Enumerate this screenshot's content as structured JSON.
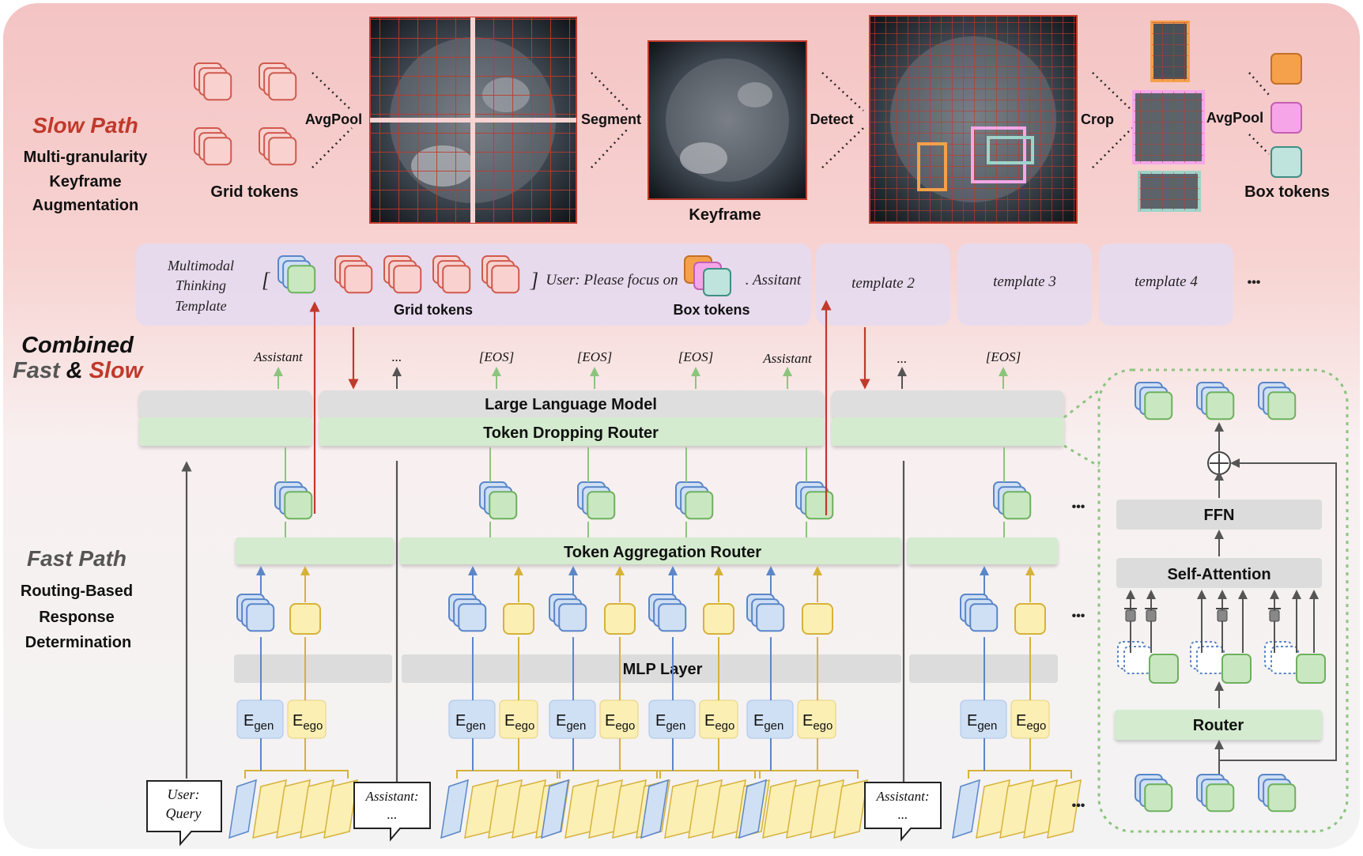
{
  "slow": {
    "title": "Slow Path",
    "desc": [
      "Multi-granularity",
      "Keyframe",
      "Augmentation"
    ],
    "avgpool": "AvgPool",
    "grid_tokens": "Grid tokens",
    "segment": "Segment",
    "keyframe": "Keyframe",
    "detect": "Detect",
    "crop": "Crop",
    "avgpool2": "AvgPool",
    "box_tokens": "Box tokens"
  },
  "combined": {
    "word1": "Combined",
    "fast": "Fast",
    "amp": "&",
    "slow": "Slow"
  },
  "templates": {
    "mm": [
      "Multimodal",
      "Thinking",
      "Template"
    ],
    "open_bracket": "[",
    "close_bracket": "]",
    "user_text": "User: Please focus on",
    "assistant_text": ". Assitant",
    "grid_tokens": "Grid tokens",
    "box_tokens": "Box tokens",
    "t2": "template 2",
    "t3": "template 3",
    "t4": "template 4",
    "more": "•••"
  },
  "outputs": [
    "Assistant",
    "...",
    "[EOS]",
    "[EOS]",
    "[EOS]",
    "Assistant",
    "...",
    "[EOS]"
  ],
  "llm": {
    "label": "Large Language Model",
    "router": "Token Dropping Router"
  },
  "aggregation": "Token Aggregation Router",
  "mlp": "MLP Layer",
  "experts": {
    "gen_main": "E",
    "gen_sub": "gen",
    "ego_main": "E",
    "ego_sub": "ego"
  },
  "fast": {
    "title": "Fast Path",
    "desc": [
      "Routing-Based",
      "Response",
      "Determination"
    ]
  },
  "bubbles": {
    "user": [
      "User:",
      "Query"
    ],
    "assistant": [
      "Assistant:",
      "..."
    ]
  },
  "detail": {
    "ffn": "FFN",
    "attn": "Self-Attention",
    "router": "Router",
    "plus": "+"
  },
  "ellipsis": "•••",
  "colors": {
    "slow_red": "#c0392b",
    "fast_gray": "#5a5a5a",
    "green_token": "#c9e8c2",
    "blue_token": "#cfe0f5",
    "yellow_token": "#fcefb4",
    "red_token": "#f9d2cf",
    "orange_box": "#f5a04a",
    "pink_box": "#f6a6e8",
    "teal_box": "#bfe3dd",
    "router_green": "#d8ecd4",
    "template_purple": "#e6daf0"
  }
}
